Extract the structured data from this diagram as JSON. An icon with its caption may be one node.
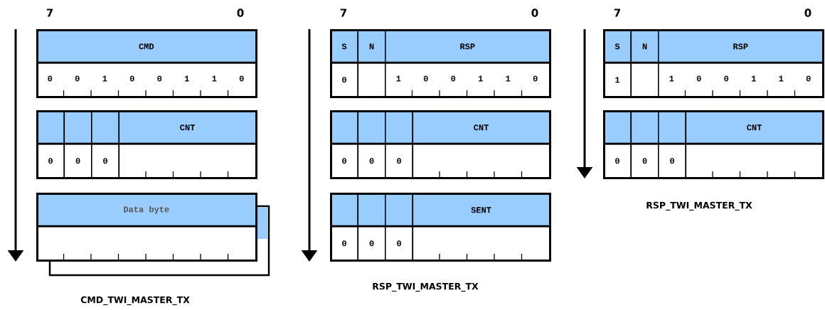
{
  "diagram": {
    "nodes": [
      {
        "text": [],
        "shape": "box"
      },
      {
        "text": [
          "CMD"
        ],
        "in": 0
      },
      {
        "text": [
          "0",
          "0",
          "1",
          "0",
          "0",
          "1",
          "1",
          "0"
        ],
        "in": 0
      },
      {
        "text": [],
        "shape": "box"
      },
      {
        "text": [],
        "shape": "box",
        "in": 3
      },
      {
        "text": [],
        "shape": "box",
        "in": 3
      },
      {
        "text": [],
        "shape": "box",
        "in": 3
      },
      {
        "text": [
          "CNT"
        ],
        "in": 3
      },
      {
        "text": [
          "0"
        ],
        "in": 3
      },
      {
        "text": [
          "0"
        ],
        "in": 3
      },
      {
        "text": [
          "0"
        ],
        "in": 3
      },
      {
        "text": [],
        "shape": "box",
        "in": 3
      },
      {
        "text": [],
        "shape": "box"
      },
      {
        "text": [
          "Data byte"
        ],
        "in": 12
      },
      {
        "text": [],
        "shape": "box",
        "in": 12
      },
      {
        "text": [],
        "shape": "box"
      },
      {
        "text": [
          "S"
        ],
        "in": 15
      },
      {
        "text": [
          "N"
        ],
        "in": 15
      },
      {
        "text": [
          "RSP"
        ],
        "in": 15
      },
      {
        "text": [
          "0"
        ],
        "in": 15
      },
      {
        "text": [],
        "shape": "box",
        "in": 15
      },
      {
        "text": [
          "1",
          "0",
          "0",
          "1",
          "1",
          "0"
        ],
        "in": 15
      },
      {
        "text": [],
        "shape": "box"
      },
      {
        "text": [],
        "shape": "box",
        "in": 22
      },
      {
        "text": [],
        "shape": "box",
        "in": 22
      },
      {
        "text": [],
        "shape": "box",
        "in": 22
      },
      {
        "text": [
          "CNT"
        ],
        "in": 22
      },
      {
        "text": [
          "0"
        ],
        "in": 22
      },
      {
        "text": [
          "0"
        ],
        "in": 22
      },
      {
        "text": [
          "0"
        ],
        "in": 22
      },
      {
        "text": [],
        "shape": "box",
        "in": 22
      },
      {
        "text": [],
        "shape": "box"
      },
      {
        "text": [],
        "shape": "box",
        "in": 31
      },
      {
        "text": [],
        "shape": "box",
        "in": 31
      },
      {
        "text": [],
        "shape": "box",
        "in": 31
      },
      {
        "text": [
          "SENT"
        ],
        "in": 31
      },
      {
        "text": [
          "0"
        ],
        "in": 31
      },
      {
        "text": [
          "0"
        ],
        "in": 31
      },
      {
        "text": [
          "0"
        ],
        "in": 31
      },
      {
        "text": [],
        "shape": "box",
        "in": 31
      },
      {
        "text": [],
        "shape": "box"
      },
      {
        "text": [
          "S"
        ],
        "in": 40
      },
      {
        "text": [
          "N"
        ],
        "in": 40
      },
      {
        "text": [
          "RSP"
        ],
        "in": 40
      },
      {
        "text": [
          "1"
        ],
        "in": 40
      },
      {
        "text": [],
        "shape": "box",
        "in": 40
      },
      {
        "text": [
          "1",
          "0",
          "0",
          "1",
          "1",
          "0"
        ],
        "in": 40
      },
      {
        "text": [],
        "shape": "box"
      },
      {
        "text": [],
        "shape": "box",
        "in": 47
      },
      {
        "text": [],
        "shape": "box",
        "in": 47
      },
      {
        "text": [],
        "shape": "box",
        "in": 47
      },
      {
        "text": [
          "CNT"
        ],
        "in": 47
      },
      {
        "text": [
          "0"
        ],
        "in": 47
      },
      {
        "text": [
          "0"
        ],
        "in": 47
      },
      {
        "text": [
          "0"
        ],
        "in": 47
      },
      {
        "text": [],
        "shape": "box",
        "in": 47
      }
    ],
    "labels": [
      "7",
      "0",
      "7",
      "0",
      "7",
      "0",
      "CMD_TWI_MASTER_TX",
      "RSP_TWI_MASTER_TX",
      "RSP_TWI_MASTER_TX"
    ]
  }
}
